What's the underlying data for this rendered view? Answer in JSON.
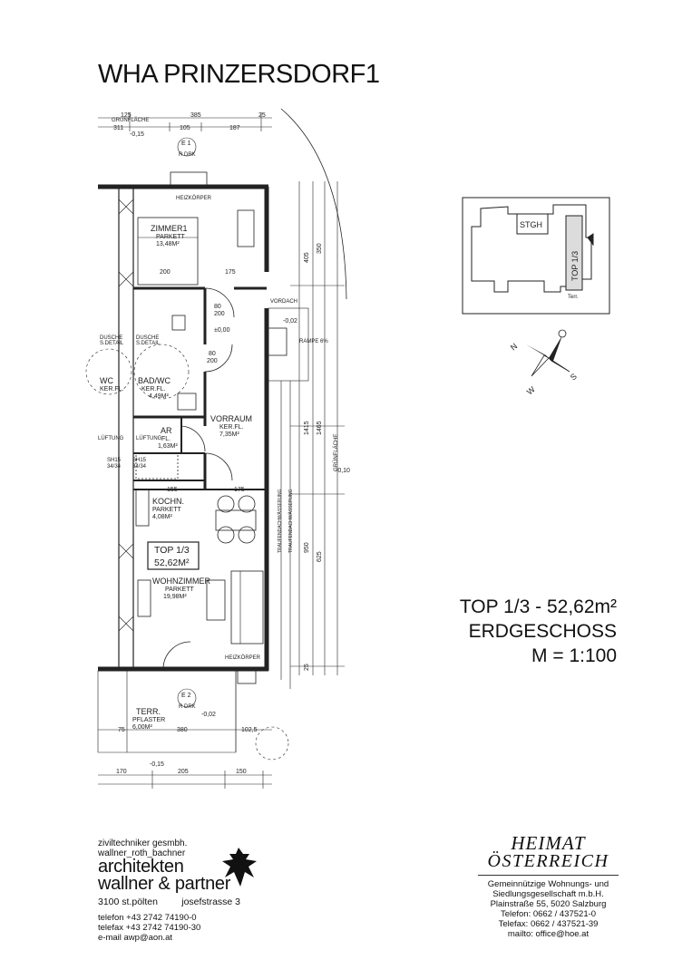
{
  "title": "WHA PRINZERSDORF1",
  "plan": {
    "rooms": [
      {
        "name": "ZIMMER1",
        "floor": "PARKETT",
        "area": "13,48M²"
      },
      {
        "name": "BAD/WC",
        "floor": "KER.FL.",
        "area": "4,49M²"
      },
      {
        "name": "WC",
        "floor": "KER.FL."
      },
      {
        "name": "AR",
        "floor": "FL.",
        "area": "1,63M²"
      },
      {
        "name": "VORRAUM",
        "floor": "KER.FL.",
        "area": "7,35M²"
      },
      {
        "name": "KOCHN.",
        "floor": "PARKETT",
        "area": "4,08M²"
      },
      {
        "name": "WOHNZIMMER",
        "floor": "PARKETT",
        "area": "19,98M²"
      },
      {
        "name": "TERR.",
        "floor": "PFLASTER",
        "area": "6,00M²"
      }
    ],
    "unit_box": {
      "line1": "TOP 1/3",
      "line2": "52,62M²"
    },
    "labels": {
      "gruenflaeche_top": "GRÜNFLÄCHE",
      "gruenflaeche_side": "GRÜNFLÄCHE",
      "heizkoerper": "HEIZKÖRPER",
      "rampe": "RAMPE 6%",
      "entry_top": "E 1",
      "entry_top_sub": "R DRK",
      "entry_bottom": "E 2",
      "entry_bottom_sub": "R DRK",
      "level_0": "±0,00",
      "level_m002_a": "-0,02",
      "level_m002_b": "-0,02",
      "level_m015_a": "-0,15",
      "level_m015_b": "-0,15",
      "level_m010": "-0,10",
      "door_80": "80",
      "door_200": "200",
      "door_80_b": "80",
      "door_200_b": "200",
      "dusche_1": "DUSCHE",
      "dusche_2": "DUSCHE",
      "detail_1": "S.DETAIL",
      "detail_2": "S.DETAIL",
      "luft": "LÜFTUNG",
      "luft_2": "LÜFTUNG",
      "schacht_1": "SH15",
      "schacht_2": "SH15",
      "schacht_dim_1": "34/34",
      "schacht_dim_2": "34/34",
      "vordach": "VORDACH",
      "entwaesserung": "TRAUFENDACHWÄSSERUNG",
      "rest_label": "TRAUFENDACHWÄSSERUNG"
    },
    "dims_top": [
      "125",
      "385",
      "25",
      "311",
      "105",
      "187"
    ],
    "dims_middle": [
      "200",
      "175",
      "155",
      "175"
    ],
    "dims_bottom": [
      "75",
      "380",
      "102,5",
      "170",
      "205",
      "150"
    ],
    "dims_right": [
      "405",
      "350",
      "1415",
      "1465",
      "950",
      "625",
      "25"
    ],
    "compass_label": [
      "N",
      "S",
      "W"
    ]
  },
  "key_plan": {
    "stgh": "STGH",
    "unit": "TOP 1/3",
    "terr": "Terr."
  },
  "unit_info": {
    "line1": "TOP 1/3 - 52,62m²",
    "line2": "ERDGESCHOSS",
    "line3": "M = 1:100"
  },
  "architect": {
    "line1": "ziviltechniker gesmbh.",
    "line2": "wallner_roth_bachner",
    "name1": "architekten",
    "name2": "wallner & partner",
    "city": "3100  st.pölten",
    "street": "josefstrasse 3",
    "phone": "telefon +43 2742 74190-0",
    "fax": "telefax +43 2742 74190-30",
    "email": "e-mail awp@aon.at"
  },
  "developer": {
    "logo1": "HEIMAT",
    "logo2": "ÖSTERREICH",
    "line1": "Gemeinnützige Wohnungs- und",
    "line2": "Siedlungsgesellschaft m.b.H.",
    "line3": "Plainstraße 55, 5020 Salzburg",
    "phone": "Telefon: 0662 / 437521-0",
    "fax": "Telefax: 0662 / 437521-39",
    "mail": "mailto: office@hoe.at"
  }
}
